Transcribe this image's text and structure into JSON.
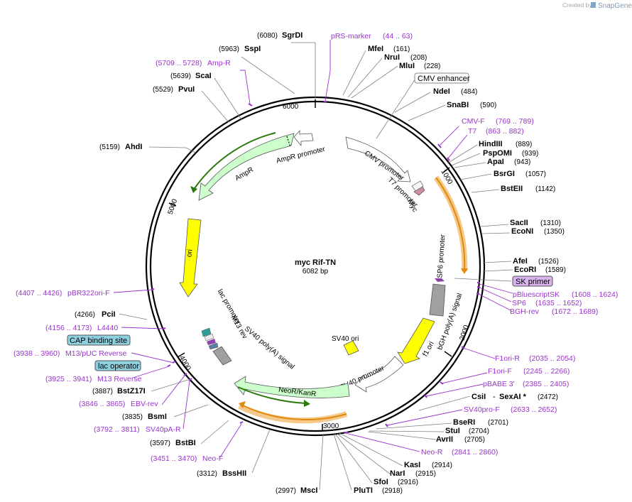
{
  "header": {
    "credit": "Created by",
    "brand": "SnapGene"
  },
  "plasmid": {
    "name": "myc Rif-TN",
    "size": "6082 bp"
  },
  "ruler": [
    "1000",
    "2000",
    "3000",
    "4000",
    "5000",
    "6000"
  ],
  "features": {
    "cmv_promoter": "CMV promoter",
    "t7_promoter": "T7 promoter",
    "myc": "Myc",
    "sp6_promoter": "SP6 promoter",
    "bgh": "bGH poly(A) signal",
    "f1ori": "f1 ori",
    "sv40_ori": "SV40 ori",
    "sv40_promoter": "SV40 promoter",
    "neor": "NeoR/KanR",
    "sv40_polya": "SV40 poly(A) signal",
    "m13rev": "M13 rev",
    "lac_promoter": "lac promoter",
    "ori": "ori",
    "ampr": "AmpR",
    "ampr_promoter": "AmpR promoter"
  },
  "enzymes": [
    {
      "name": "SgrDI",
      "pos": "(6080)"
    },
    {
      "name": "SspI",
      "pos": "(5963)"
    },
    {
      "name": "ScaI",
      "pos": "(5639)"
    },
    {
      "name": "PvuI",
      "pos": "(5529)"
    },
    {
      "name": "AhdI",
      "pos": "(5159)"
    },
    {
      "name": "MfeI",
      "pos": "(161)"
    },
    {
      "name": "NruI",
      "pos": "(208)"
    },
    {
      "name": "MluI",
      "pos": "(228)"
    },
    {
      "name": "NdeI",
      "pos": "(484)"
    },
    {
      "name": "SnaBI",
      "pos": "(590)"
    },
    {
      "name": "HindIII",
      "pos": "(889)"
    },
    {
      "name": "PspOMI",
      "pos": "(939)"
    },
    {
      "name": "ApaI",
      "pos": "(943)"
    },
    {
      "name": "BsrGI",
      "pos": "(1057)"
    },
    {
      "name": "BstEII",
      "pos": "(1142)"
    },
    {
      "name": "SacII",
      "pos": "(1310)"
    },
    {
      "name": "EcoNI",
      "pos": "(1350)"
    },
    {
      "name": "AfeI",
      "pos": "(1526)"
    },
    {
      "name": "EcoRI",
      "pos": "(1589)"
    },
    {
      "name": "CsiI",
      "pos": ""
    },
    {
      "name": "SexAI *",
      "pos": "(2472)"
    },
    {
      "name": "BseRI",
      "pos": "(2701)"
    },
    {
      "name": "StuI",
      "pos": "(2704)"
    },
    {
      "name": "AvrII",
      "pos": "(2705)"
    },
    {
      "name": "KasI",
      "pos": "(2914)"
    },
    {
      "name": "NarI",
      "pos": "(2915)"
    },
    {
      "name": "SfoI",
      "pos": "(2916)"
    },
    {
      "name": "PluTI",
      "pos": "(2918)"
    },
    {
      "name": "MscI",
      "pos": "(2997)"
    },
    {
      "name": "BssHII",
      "pos": "(3312)"
    },
    {
      "name": "BstBI",
      "pos": "(3597)"
    },
    {
      "name": "BsmI",
      "pos": "(3835)"
    },
    {
      "name": "BstZ17I",
      "pos": "(3887)"
    },
    {
      "name": "PciI",
      "pos": "(4266)"
    }
  ],
  "primers": [
    {
      "name": "pRS-marker",
      "pos": "(44 .. 63)"
    },
    {
      "name": "Amp-R",
      "pos": "(5709 .. 5728)"
    },
    {
      "name": "CMV-F",
      "pos": "(769 .. 789)"
    },
    {
      "name": "T7",
      "pos": "(863 .. 882)"
    },
    {
      "name": "pBluescriptSK",
      "pos": "(1608 .. 1624)"
    },
    {
      "name": "SP6",
      "pos": "(1635 .. 1652)"
    },
    {
      "name": "BGH-rev",
      "pos": "(1672 .. 1689)"
    },
    {
      "name": "F1ori-R",
      "pos": "(2035 .. 2054)"
    },
    {
      "name": "F1ori-F",
      "pos": "(2245 .. 2266)"
    },
    {
      "name": "pBABE 3'",
      "pos": "(2385 .. 2405)"
    },
    {
      "name": "SV40pro-F",
      "pos": "(2633 .. 2652)"
    },
    {
      "name": "Neo-R",
      "pos": "(2841 .. 2860)"
    },
    {
      "name": "Neo-F",
      "pos": "(3451 .. 3470)"
    },
    {
      "name": "SV40pA-R",
      "pos": "(3792 .. 3811)"
    },
    {
      "name": "EBV-rev",
      "pos": "(3846 .. 3865)"
    },
    {
      "name": "M13 Reverse",
      "pos": "(3925 .. 3941)"
    },
    {
      "name": "M13/pUC Reverse",
      "pos": "(3938 .. 3960)"
    },
    {
      "name": "L4440",
      "pos": "(4156 .. 4173)"
    },
    {
      "name": "pBR322ori-F",
      "pos": "(4407 .. 4426)"
    }
  ],
  "boxes": {
    "cmv_enhancer": "CMV enhancer",
    "sk_primer": "SK primer",
    "cap": "CAP binding site",
    "lac_operator": "lac operator"
  },
  "colors": {
    "primer": "#9933cc",
    "ampr": "#ccffcc",
    "ori": "#ffff00",
    "orange": "#f0a030",
    "cyan": "#8fd0e0",
    "gray": "#a0a0a0"
  }
}
